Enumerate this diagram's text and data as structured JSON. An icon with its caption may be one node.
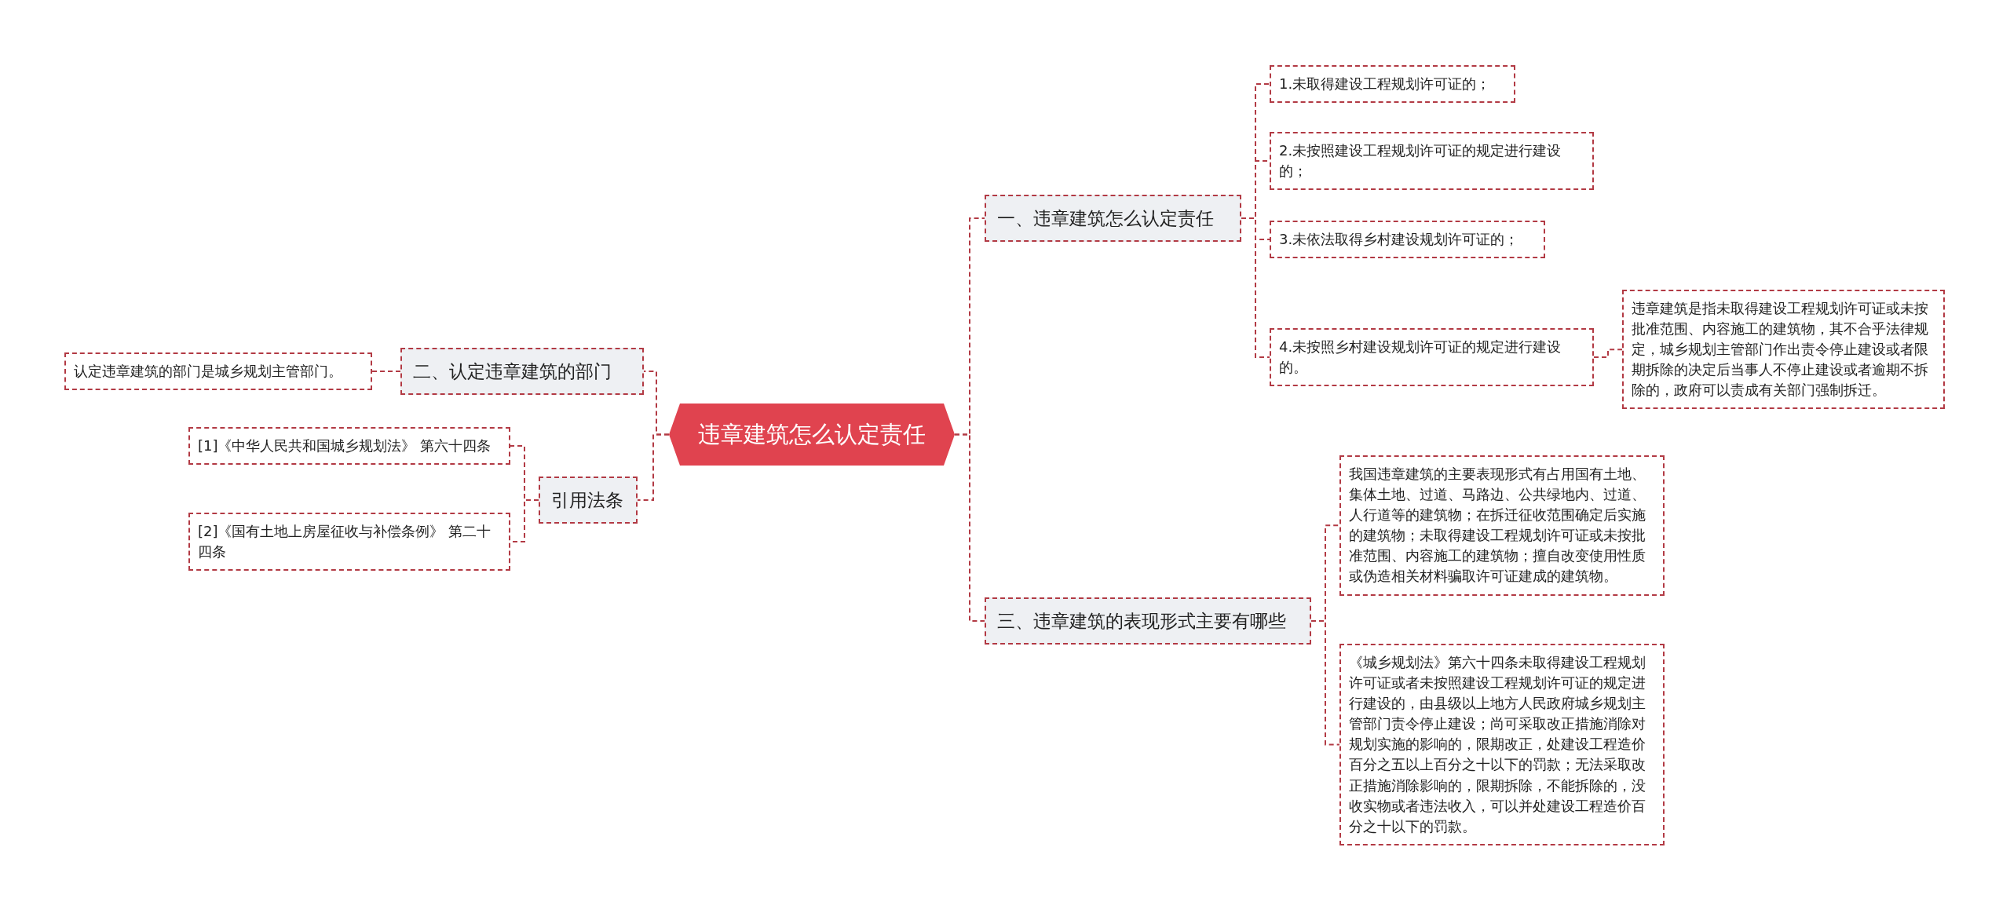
{
  "diagram": {
    "nodes": [
      {
        "text": [
          "违章建筑怎么认定责任"
        ]
      },
      {
        "text": [
          "一、违章建筑怎么认定责任"
        ]
      },
      {
        "text": [
          "1.未取得建设工程规划许可证的；"
        ]
      },
      {
        "text": [
          "2.未按照建设工程规划许可证的规定进行建设的；"
        ]
      },
      {
        "text": [
          "3.未依法取得乡村建设规划许可证的；"
        ]
      },
      {
        "text": [
          "4.未按照乡村建设规划许可证的规定进行建设的。"
        ]
      },
      {
        "text": [
          "违章建筑是指未取得建设工程规划许可证或未按批准范围、内容施工的建筑物，其不合乎法律规定，城乡规划主管部门作出责令停止建设或者限期拆除的决定后当事人不停止建设或者逾期不拆除的，政府可以责成有关部门强制拆迁。"
        ]
      },
      {
        "text": [
          "三、违章建筑的表现形式主要有哪些"
        ]
      },
      {
        "text": [
          "我国违章建筑的主要表现形式有占用国有土地、集体土地、过道、马路边、公共绿地内、过道、人行道等的建筑物；在拆迁征收范围确定后实施的建筑物；未取得建设工程规划许可证或未按批准范围、内容施工的建筑物；擅自改变使用性质或伪造相关材料骗取许可证建成的建筑物。"
        ]
      },
      {
        "text": [
          "《城乡规划法》第六十四条未取得建设工程规划许可证或者未按照建设工程规划许可证的规定进行建设的，由县级以上地方人民政府城乡规划主管部门责令停止建设；尚可采取改正措施消除对规划实施的影响的，限期改正，处建设工程造价百分之五以上百分之十以下的罚款；无法采取改正措施消除影响的，限期拆除，不能拆除的，没收实物或者违法收入，可以并处建设工程造价百分之十以下的罚款。"
        ]
      },
      {
        "text": [
          "二、认定违章建筑的部门"
        ]
      },
      {
        "text": [
          "认定违章建筑的部门是城乡规划主管部门。"
        ]
      },
      {
        "text": [
          "引用法条"
        ]
      },
      {
        "text": [
          "[1]《中华人民共和国城乡规划法》 第六十四条"
        ]
      },
      {
        "text": [
          "[2]《国有土地上房屋征收与补偿条例》 第二十四条"
        ]
      }
    ],
    "edges": [
      {
        "from": 0,
        "to": 1,
        "arrow": "none"
      },
      {
        "from": 1,
        "to": 2,
        "arrow": "none"
      },
      {
        "from": 1,
        "to": 3,
        "arrow": "none"
      },
      {
        "from": 1,
        "to": 4,
        "arrow": "none"
      },
      {
        "from": 1,
        "to": 5,
        "arrow": "none"
      },
      {
        "from": 5,
        "to": 6,
        "arrow": "none"
      },
      {
        "from": 0,
        "to": 7,
        "arrow": "none"
      },
      {
        "from": 7,
        "to": 8,
        "arrow": "none"
      },
      {
        "from": 7,
        "to": 9,
        "arrow": "none"
      },
      {
        "from": 0,
        "to": 10,
        "arrow": "none"
      },
      {
        "from": 10,
        "to": 11,
        "arrow": "none"
      },
      {
        "from": 0,
        "to": 12,
        "arrow": "none"
      },
      {
        "from": 12,
        "to": 13,
        "arrow": "none"
      },
      {
        "from": 12,
        "to": 14,
        "arrow": "none"
      }
    ]
  }
}
